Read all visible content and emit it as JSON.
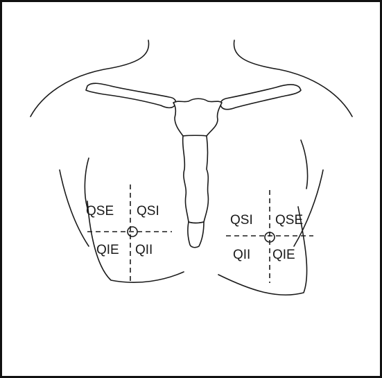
{
  "diagram": {
    "right_breast": {
      "upper_outer": "QSE",
      "upper_inner": "QSI",
      "lower_outer": "QIE",
      "lower_inner": "QII"
    },
    "left_breast": {
      "upper_inner": "QSI",
      "upper_outer": "QSE",
      "lower_inner": "QII",
      "lower_outer": "QIE"
    }
  }
}
